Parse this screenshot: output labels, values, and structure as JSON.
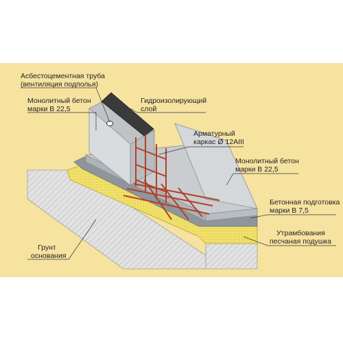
{
  "diagram": {
    "labels": {
      "pipe": [
        "Асбестоцементная труба",
        "(вентиляция подполья)"
      ],
      "concrete_top": [
        "Монолитный бетон",
        "марки В 22,5"
      ],
      "waterproofing": [
        "Гидроизолирующий",
        "слой"
      ],
      "rebar": [
        "Арматурный",
        "каркас Ø 12АIII"
      ],
      "concrete_right": [
        "Монолитный бетон",
        "марки В 22,5"
      ],
      "prep": [
        "Бетонная подготовка",
        "марки  В 7,5"
      ],
      "sand": [
        "Утрамбования",
        "песчаная подушка"
      ],
      "soil": [
        "Грунт",
        "основания"
      ]
    },
    "colors": {
      "background": "#f6e3a0",
      "concrete": "#c9cdd0",
      "concrete_dark": "#a9aeb2",
      "waterproof": "#3a3a3a",
      "rebar": "#b0412a",
      "sand": "#f1e06a",
      "soil": "#dcdcdc"
    }
  }
}
